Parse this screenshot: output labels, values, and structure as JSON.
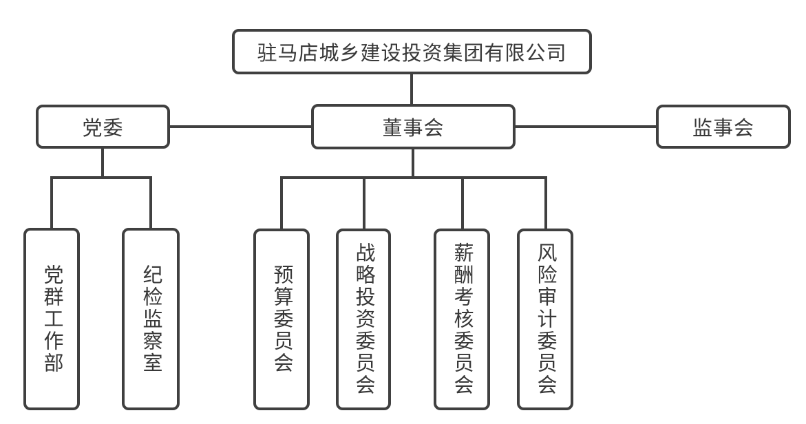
{
  "org_chart": {
    "type": "org-chart",
    "root": {
      "label": "驻马店城乡建设投资集团有限公司"
    },
    "level2": {
      "party_committee": {
        "label": "党委"
      },
      "board_of_directors": {
        "label": "董事会"
      },
      "supervisory_board": {
        "label": "监事会"
      }
    },
    "party_children": [
      {
        "label": "党群工作部"
      },
      {
        "label": "纪检监察室"
      }
    ],
    "board_children": [
      {
        "label": "预算委员会"
      },
      {
        "label": "战略投资委员会"
      },
      {
        "label": "薪酬考核委员会"
      },
      {
        "label": "风险审计委员会"
      }
    ]
  },
  "colors": {
    "line": "#404040",
    "border": "#404040",
    "text": "#383838",
    "background": "#ffffff"
  }
}
